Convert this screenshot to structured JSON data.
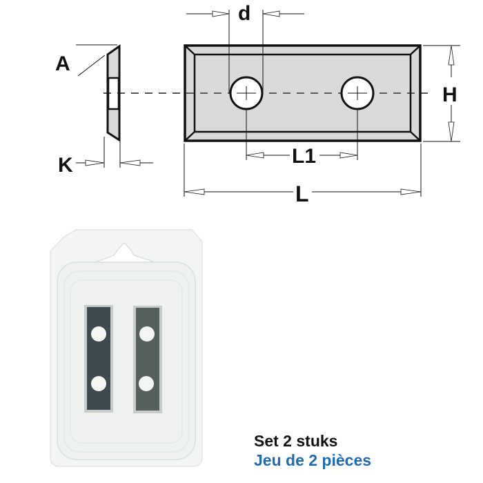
{
  "drawing": {
    "labels": {
      "angle": "A",
      "thickness": "K",
      "hole_diameter": "d",
      "height": "H",
      "hole_spacing": "L1",
      "length": "L"
    },
    "colors": {
      "line": "#111111",
      "fill": "#d9d9d9"
    }
  },
  "product_photo": {
    "description": "Blister pack with 2 reversible carbide knives",
    "blade_count": 2,
    "holes_per_blade": 2,
    "colors": {
      "blade": "#3e4a4f",
      "blade_edge": "#c8ccca",
      "blister": "#f1f3f1"
    }
  },
  "caption": {
    "line1": "Set 2 stuks",
    "line2": "Jeu de 2 pièces",
    "line1_color": "#111111",
    "line2_color": "#1f6ab0"
  }
}
